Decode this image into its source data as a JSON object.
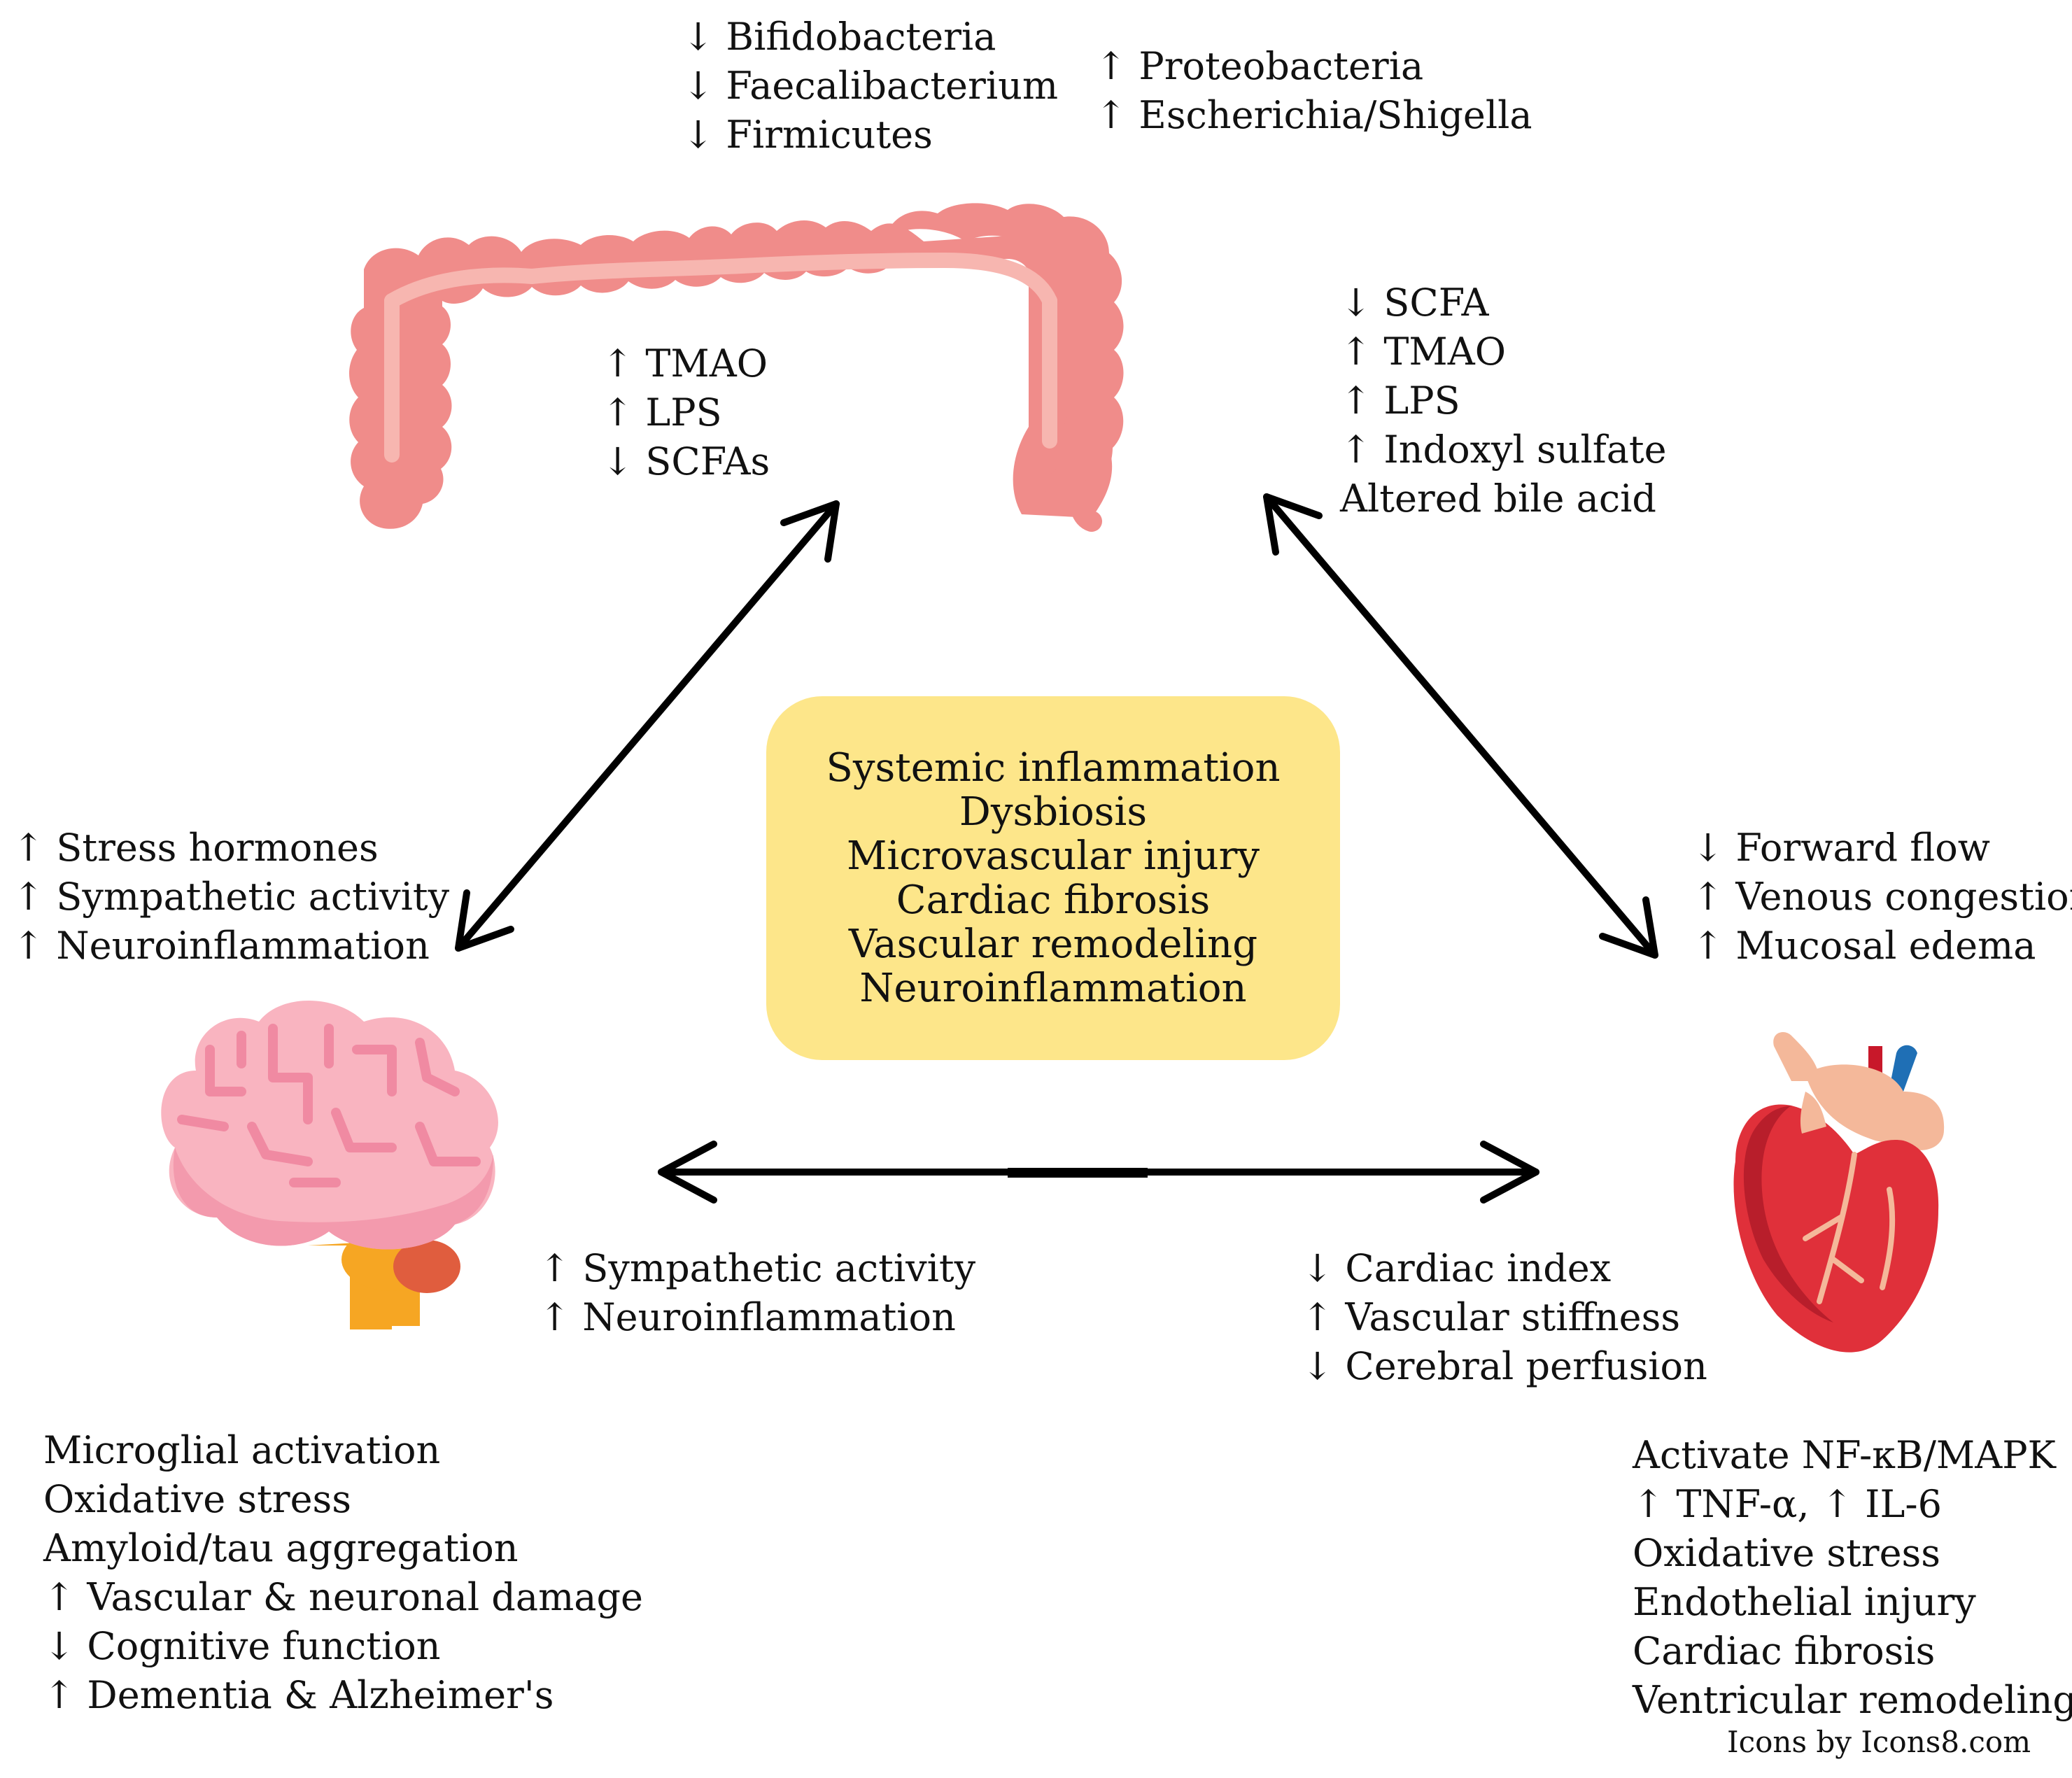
{
  "gut": {
    "microbiota_down": [
      "↓ Bifidobacteria",
      "↓ Faecalibacterium",
      "↓ Firmicutes"
    ],
    "microbiota_up": [
      "↑ Proteobacteria",
      "↑ Escherichia/Shigella"
    ],
    "to_brain": [
      "↑ TMAO",
      "↑ LPS",
      "↓ SCFAs"
    ],
    "to_heart": [
      "↓ SCFA",
      "↑ TMAO",
      "↑ LPS",
      "↑ Indoxyl sulfate",
      "Altered bile acid"
    ]
  },
  "brain": {
    "to_gut": [
      "↑ Stress hormones",
      "↑ Sympathetic activity",
      "↑ Neuroinflammation"
    ],
    "to_heart": [
      "↑ Sympathetic activity",
      "↑ Neuroinflammation"
    ],
    "effects": [
      "Microglial activation",
      "Oxidative stress",
      "Amyloid/tau aggregation",
      "↑ Vascular & neuronal damage",
      "↓ Cognitive function",
      "↑ Dementia & Alzheimer's"
    ]
  },
  "heart": {
    "to_gut": [
      "↓ Forward flow",
      "↑ Venous congestion",
      "↑ Mucosal edema"
    ],
    "to_brain": [
      "↓ Cardiac index",
      "↑ Vascular stiffness",
      "↓ Cerebral perfusion"
    ],
    "effects": [
      "Activate NF-κB/MAPK",
      "↑ TNF-α, ↑ IL-6",
      "Oxidative stress",
      "Endothelial injury",
      "Cardiac fibrosis",
      "Ventricular remodeling"
    ]
  },
  "center": [
    "Systemic inflammation",
    "Dysbiosis",
    "Microvascular injury",
    "Cardiac fibrosis",
    "Vascular remodeling",
    "Neuroinflammation"
  ],
  "credit": "Icons by Icons8.com",
  "colors": {
    "center_box": "#fde68a",
    "gut": "#f08c8a",
    "brain": "#f9b4c0",
    "heart": "#e0303a",
    "arrow": "#000000"
  },
  "icons": [
    "intestine-icon",
    "brain-icon",
    "heart-icon"
  ]
}
